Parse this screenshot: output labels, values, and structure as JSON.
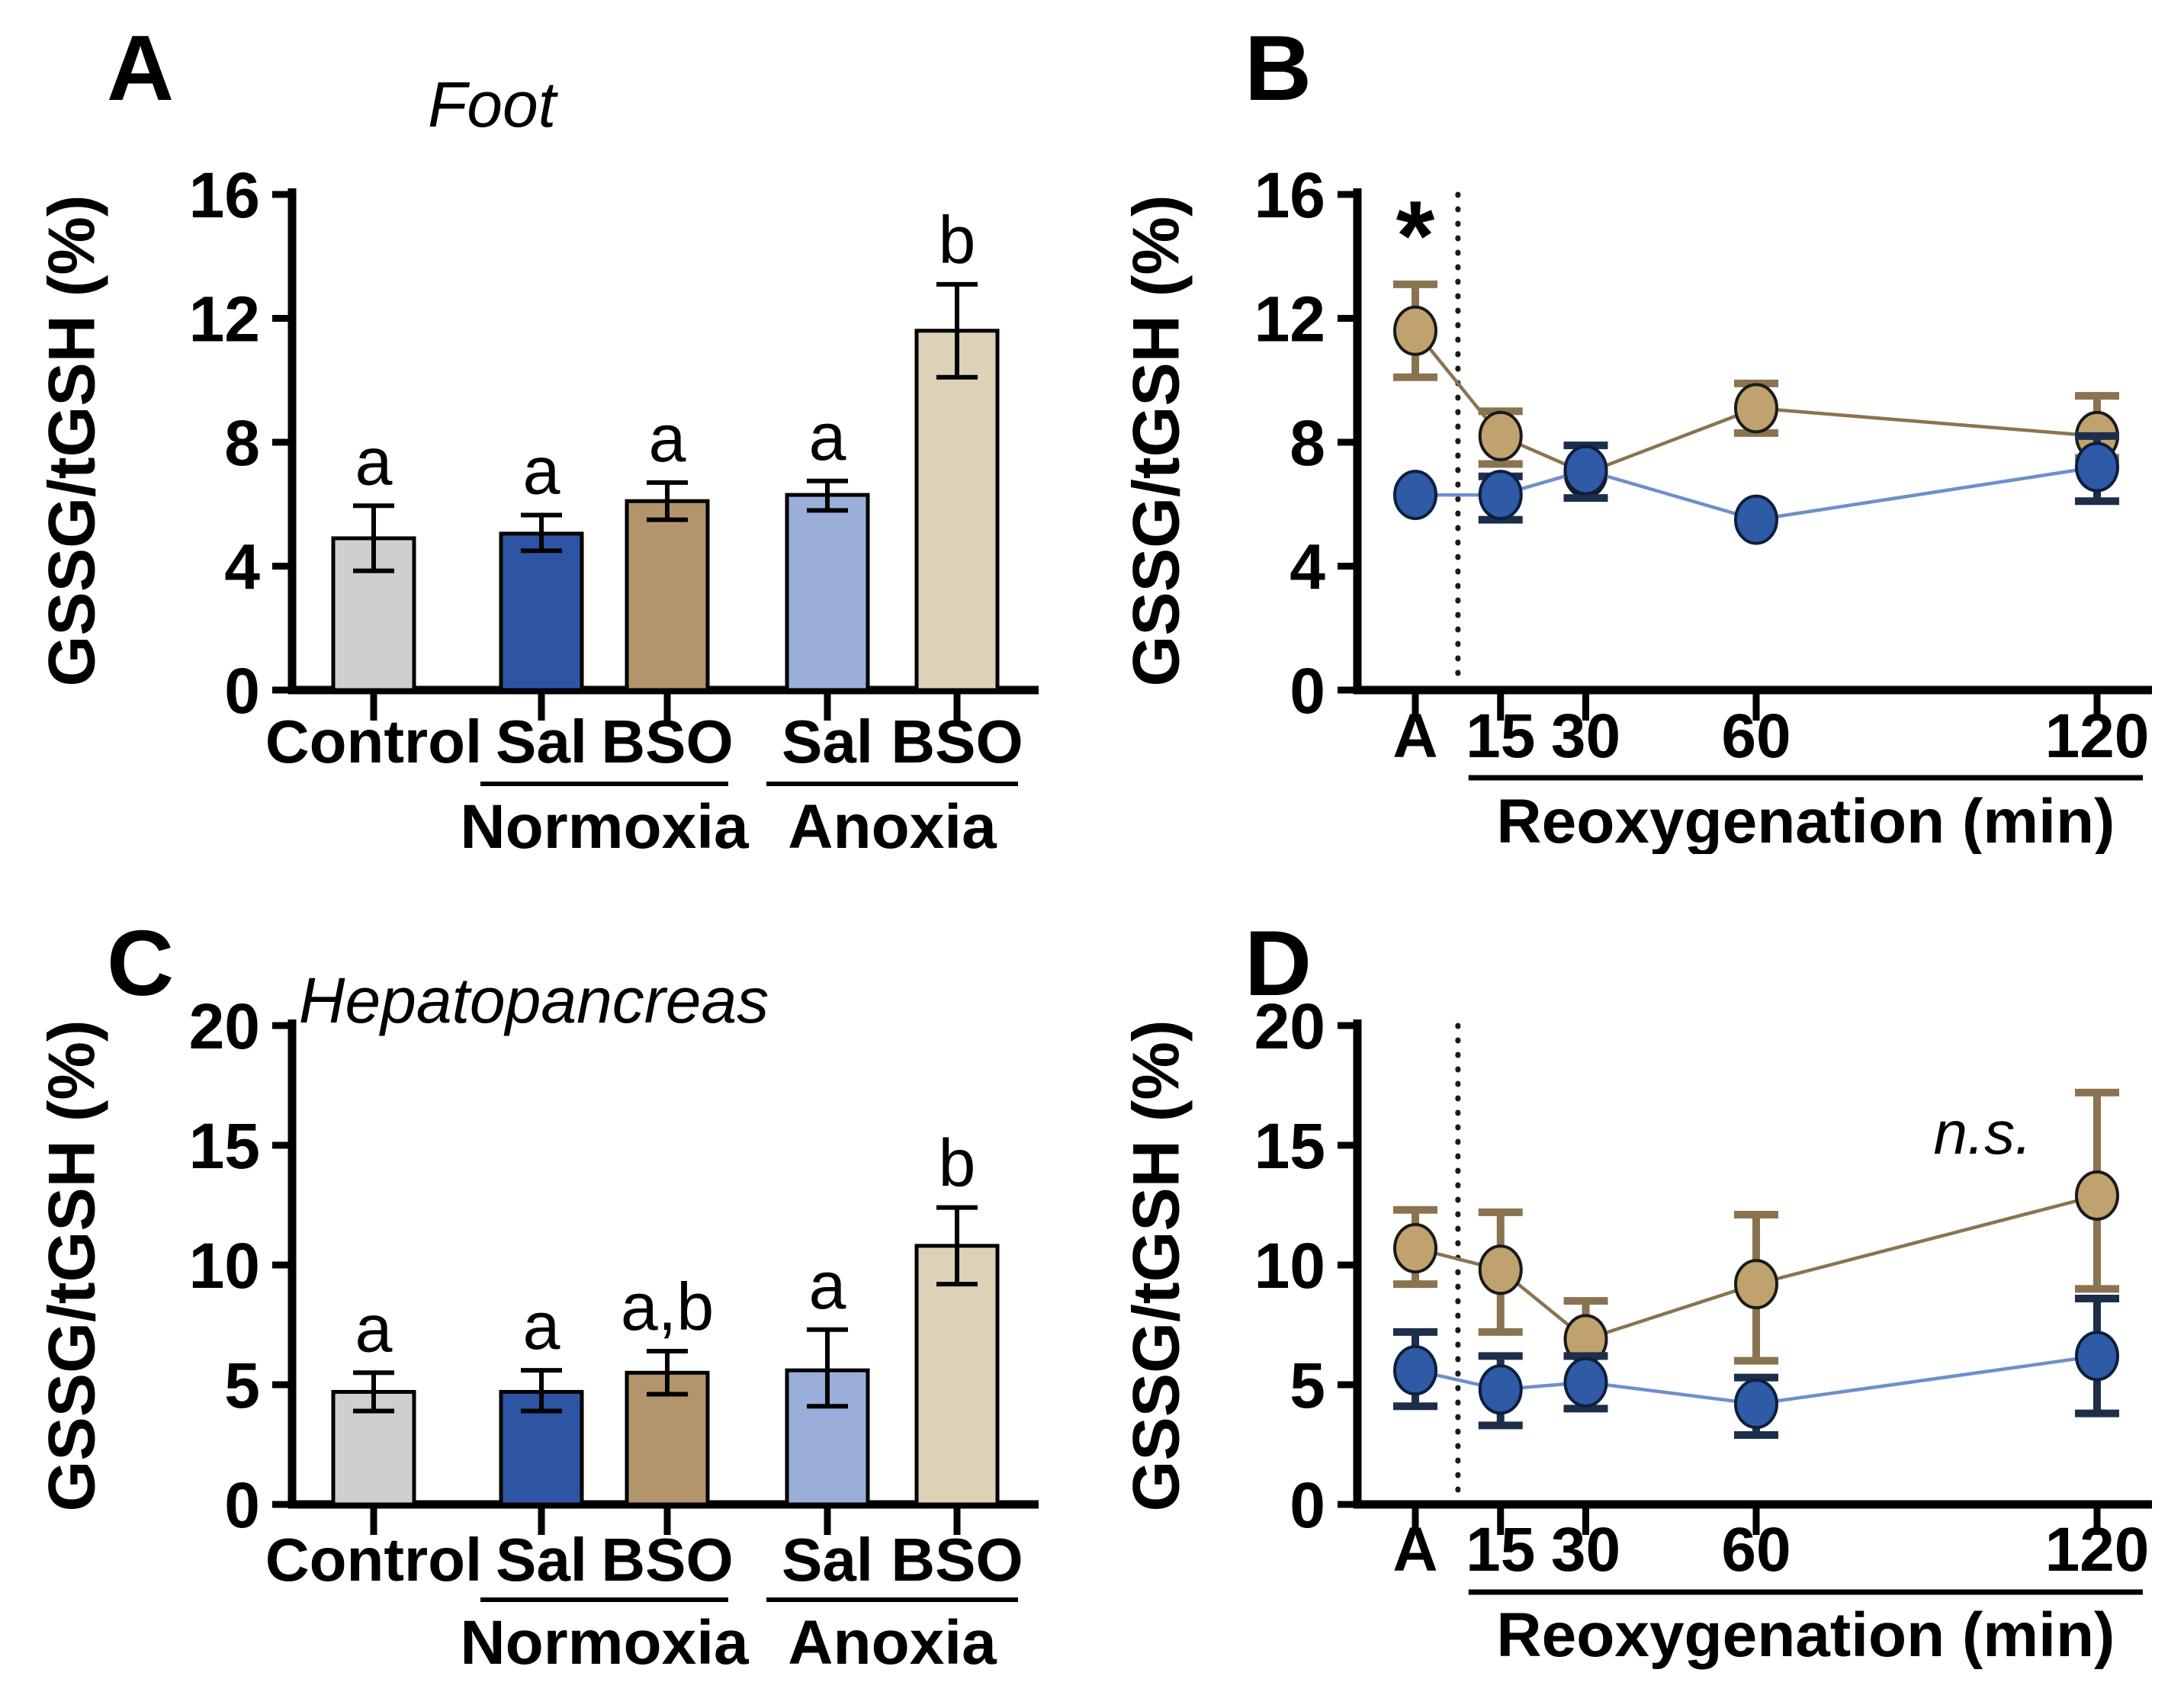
{
  "figure_ylabel": "GSSG/tGSH (%)",
  "chart_data": [
    {
      "id": "A",
      "letter": "A",
      "type": "bar",
      "title": "Foot",
      "ylabel": "GSSG/tGSH (%)",
      "ylim": [
        0,
        16
      ],
      "yticks": [
        0,
        4,
        8,
        12,
        16
      ],
      "categories": [
        "Control",
        "Sal",
        "BSO",
        "Sal",
        "BSO"
      ],
      "values": [
        4.9,
        5.05,
        6.1,
        6.3,
        11.6
      ],
      "err_low": [
        3.85,
        4.5,
        5.5,
        5.8,
        10.1
      ],
      "err_high": [
        5.95,
        5.65,
        6.7,
        6.75,
        13.1
      ],
      "sig_letters": [
        "a",
        "a",
        "a",
        "a",
        "b"
      ],
      "bar_colors": [
        "#CDCFD0",
        "#2D55A4",
        "#B2956A",
        "#99AED8",
        "#DED2B6"
      ],
      "groups": [
        {
          "label": "Normoxia",
          "start": 1,
          "end": 2
        },
        {
          "label": "Anoxia",
          "start": 3,
          "end": 4
        }
      ]
    },
    {
      "id": "B",
      "letter": "B",
      "type": "line",
      "ylabel": "GSSG/tGSH (%)",
      "ylim": [
        0,
        16
      ],
      "yticks": [
        0,
        4,
        8,
        12,
        16
      ],
      "x_tick_labels": [
        "A",
        "15",
        "30",
        "60",
        "120"
      ],
      "x_times": [
        0,
        15,
        30,
        60,
        120
      ],
      "xlabel": "Reoxygenation (min)",
      "divider_between": [
        "A",
        "15"
      ],
      "annotation": {
        "text": "*",
        "x_index": 0,
        "value": 14.6,
        "dx": 0
      },
      "series": [
        {
          "name": "tan-circles",
          "marker_fill": "#BFA26E",
          "marker_border": "#1a1a1a",
          "stroke": "#8A7450",
          "values": [
            11.6,
            8.2,
            7.0,
            9.1,
            8.2
          ],
          "err_low": [
            10.1,
            7.3,
            null,
            8.3,
            7.5
          ],
          "err_high": [
            13.1,
            9.0,
            null,
            9.9,
            9.5
          ]
        },
        {
          "name": "blue-circles",
          "marker_fill": "#2E5AA6",
          "marker_border": "#0d1f3c",
          "stroke": "#1C2E4A",
          "line_color": "#6F8FCB",
          "values": [
            6.3,
            6.3,
            7.1,
            5.5,
            7.2
          ],
          "err_low": [
            null,
            5.5,
            6.2,
            null,
            6.1
          ],
          "err_high": [
            null,
            6.9,
            7.9,
            null,
            8.2
          ]
        }
      ]
    },
    {
      "id": "C",
      "letter": "C",
      "type": "bar",
      "title": "Hepatopancreas",
      "ylabel": "GSSG/tGSH (%)",
      "ylim": [
        0,
        20
      ],
      "yticks": [
        0,
        5,
        10,
        15,
        20
      ],
      "categories": [
        "Control",
        "Sal",
        "BSO",
        "Sal",
        "BSO"
      ],
      "values": [
        4.7,
        4.7,
        5.5,
        5.6,
        10.8
      ],
      "err_low": [
        3.9,
        3.9,
        4.6,
        4.1,
        9.2
      ],
      "err_high": [
        5.5,
        5.6,
        6.4,
        7.3,
        12.4
      ],
      "sig_letters": [
        "a",
        "a",
        "a,b",
        "a",
        "b"
      ],
      "bar_colors": [
        "#CDCFD0",
        "#2D55A4",
        "#B2956A",
        "#99AED8",
        "#DED2B6"
      ],
      "groups": [
        {
          "label": "Normoxia",
          "start": 1,
          "end": 2
        },
        {
          "label": "Anoxia",
          "start": 3,
          "end": 4
        }
      ]
    },
    {
      "id": "D",
      "letter": "D",
      "type": "line",
      "ylabel": "GSSG/tGSH (%)",
      "ylim": [
        0,
        20
      ],
      "yticks": [
        0,
        5,
        10,
        15,
        20
      ],
      "x_tick_labels": [
        "A",
        "15",
        "30",
        "60",
        "120"
      ],
      "x_times": [
        0,
        15,
        30,
        60,
        120
      ],
      "xlabel": "Reoxygenation (min)",
      "divider_between": [
        "A",
        "15"
      ],
      "annotation": {
        "text": "n.s.",
        "x_index": 4,
        "value": 15.6,
        "dx": -150
      },
      "series": [
        {
          "name": "tan-circles",
          "marker_fill": "#BFA26E",
          "marker_border": "#1a1a1a",
          "stroke": "#8A7450",
          "values": [
            10.7,
            9.8,
            6.9,
            9.2,
            12.9
          ],
          "err_low": [
            9.2,
            7.2,
            6.2,
            6.0,
            9.0
          ],
          "err_high": [
            12.3,
            12.2,
            8.5,
            12.1,
            17.2
          ]
        },
        {
          "name": "blue-circles",
          "marker_fill": "#2E5AA6",
          "marker_border": "#0d1f3c",
          "stroke": "#1C2E4A",
          "line_color": "#6F8FCB",
          "values": [
            5.6,
            4.8,
            5.1,
            4.2,
            6.2
          ],
          "err_low": [
            4.1,
            3.3,
            4.0,
            2.9,
            3.8
          ],
          "err_high": [
            7.2,
            6.2,
            6.2,
            5.3,
            8.6
          ]
        }
      ]
    }
  ]
}
